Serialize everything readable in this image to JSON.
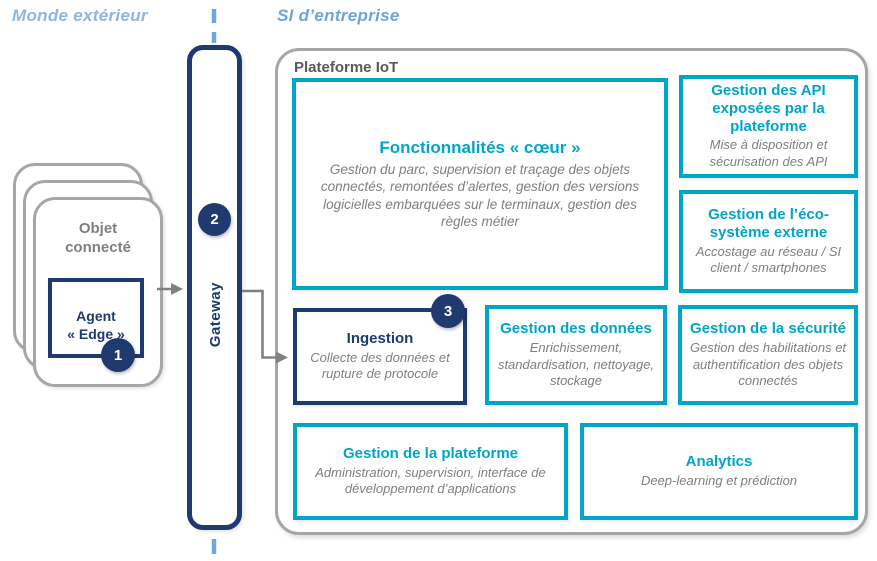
{
  "headers": {
    "outside": "Monde extérieur",
    "enterprise": "SI d’entreprise"
  },
  "device": {
    "label_line1": "Objet",
    "label_line2": "connecté",
    "agent_line1": "Agent",
    "agent_line2": "« Edge »",
    "badge": "1"
  },
  "gateway": {
    "label": "Gateway",
    "badge": "2"
  },
  "platform": {
    "label": "Plateforme IoT",
    "boxes": {
      "core": {
        "title": "Fonctionnalités « cœur »",
        "desc": "Gestion du parc, supervision et traçage des objets connectés, remontées d’alertes, gestion des versions logicielles embarquées sur le terminaux, gestion des règles métier"
      },
      "api": {
        "title": "Gestion des API exposées par la plateforme",
        "desc": "Mise à disposition et sécurisation des API"
      },
      "eco": {
        "title": "Gestion de l’éco-système externe",
        "desc": "Accostage au réseau / SI client / smartphones"
      },
      "ingestion": {
        "title": "Ingestion",
        "desc": "Collecte des données et rupture de protocole",
        "badge": "3"
      },
      "data": {
        "title": "Gestion des données",
        "desc": "Enrichissement, standardisation, nettoyage, stockage"
      },
      "security": {
        "title": "Gestion de la sécurité",
        "desc": "Gestion des habilitations et authentification des objets connectés"
      },
      "management": {
        "title": "Gestion de la plateforme",
        "desc": "Administration, supervision, interface de développement d’applications"
      },
      "analytics": {
        "title": "Analytics",
        "desc": "Deep-learning et prédiction"
      }
    }
  },
  "colors": {
    "navy": "#1F3A6E",
    "cyan": "#00A5C8",
    "gray_text": "#7F7F7F",
    "gray_border": "#A6A6A6",
    "platform_label_gray": "#595959",
    "header_light_blue": "#92B4E0",
    "header_medium_blue": "#6FA3DB",
    "arrow_gray": "#808080",
    "dash_blue": "#6FA8DC"
  }
}
